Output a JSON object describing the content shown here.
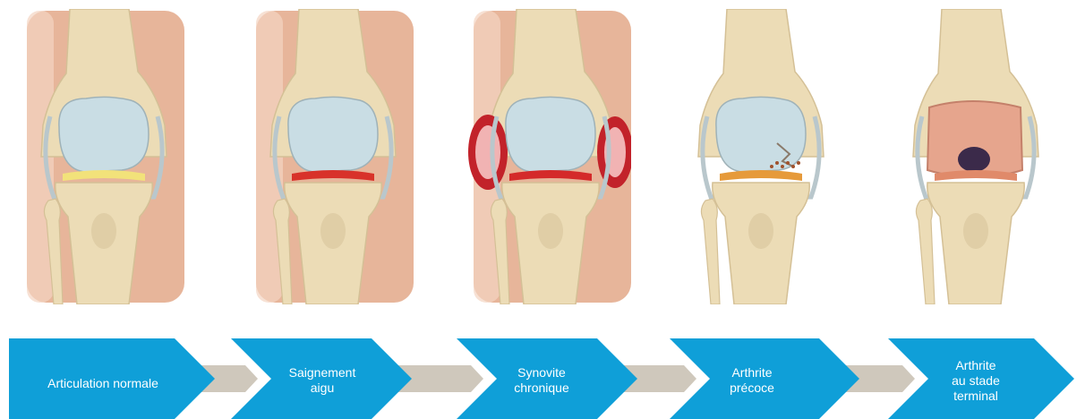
{
  "stages": [
    {
      "label_lines": [
        "Articulation  normale"
      ],
      "has_skin": true,
      "effusion": "#f2e27a",
      "synovitis": false,
      "erosion": false,
      "destroyed": false
    },
    {
      "label_lines": [
        "Saignement",
        "aigu"
      ],
      "has_skin": true,
      "effusion": "#d8322a",
      "synovitis": false,
      "erosion": false,
      "destroyed": false
    },
    {
      "label_lines": [
        "Synovite",
        "chronique"
      ],
      "has_skin": true,
      "effusion": "#d42a2a",
      "synovitis": true,
      "erosion": false,
      "destroyed": false
    },
    {
      "label_lines": [
        "Arthrite",
        "précoce"
      ],
      "has_skin": false,
      "effusion": "#e69a3a",
      "synovitis": false,
      "erosion": true,
      "destroyed": false
    },
    {
      "label_lines": [
        "Arthrite",
        "au stade",
        "terminal"
      ],
      "has_skin": false,
      "effusion": "#e08a6a",
      "synovitis": false,
      "erosion": true,
      "destroyed": true
    }
  ],
  "colors": {
    "arrow": "#0f9fd8",
    "connector": "#cfc8bc",
    "skin": "#e7b59a",
    "bone": "#ecdcb6",
    "bone_shade": "#d4c096",
    "cartilage": "#c9dde4"
  }
}
